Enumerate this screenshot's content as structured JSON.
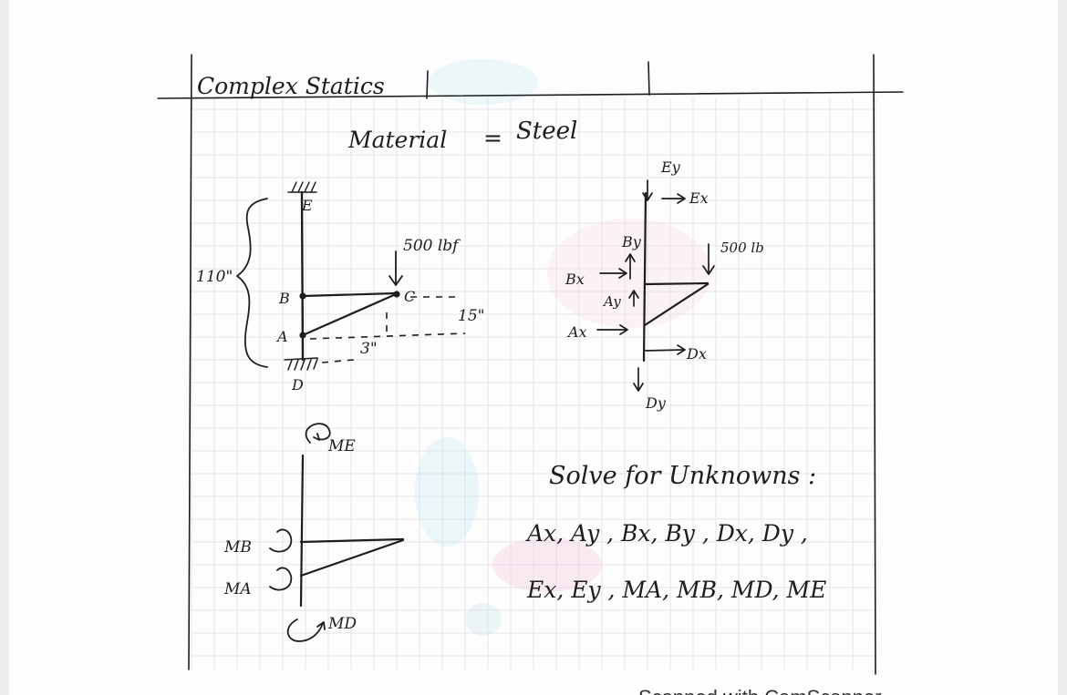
{
  "title": "Complex Statics",
  "material_label": "Material",
  "equals_sign": "=",
  "material_value": "Steel",
  "structure": {
    "points": {
      "E": "E",
      "B": "B",
      "C": "C",
      "A": "A",
      "D": "D"
    },
    "height_label": "110\"",
    "load_label": "500 lbf",
    "length_15": "15\"",
    "length_3": "3\""
  },
  "fbd": {
    "Ey": "Ey",
    "Ex": "Ex",
    "By": "By",
    "Bx": "Bx",
    "Ay": "Ay",
    "Ax": "Ax",
    "load_label": "500 lb",
    "Dx": "Dx",
    "Dy": "Dy"
  },
  "moments": {
    "ME": "ME",
    "MB": "MB",
    "MA": "MA",
    "MD": "MD"
  },
  "solve": {
    "heading": "Solve for Unknowns :",
    "line1": "Ax, Ay , Bx, By , Dx, Dy ,",
    "line2": "Ex, Ey , MA, MB, MD, ME"
  },
  "footer_text": "Scanned with CamScanner"
}
